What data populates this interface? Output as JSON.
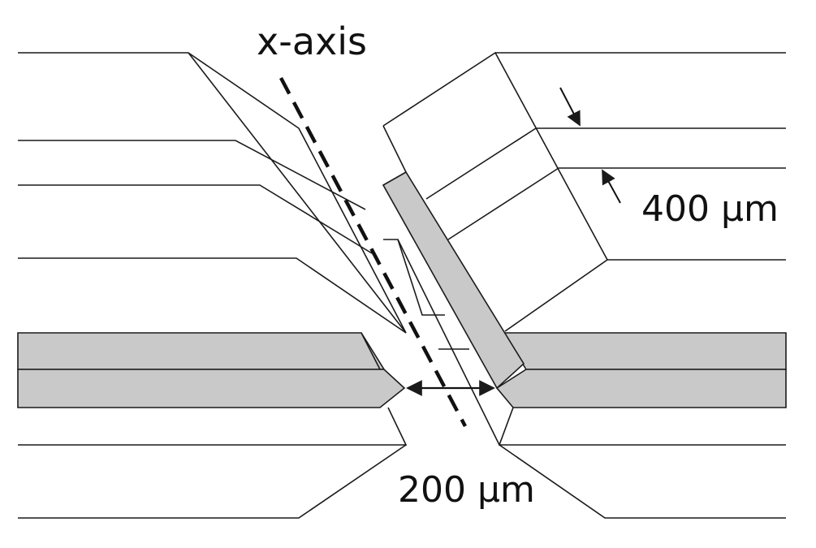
{
  "labels": {
    "axis": "x-axis",
    "layer_thickness": "400 µm",
    "gap_width": "200 µm"
  },
  "colors": {
    "stroke": "#1a1a1a",
    "shaded": "#c9c9c9",
    "background": "#ffffff"
  }
}
